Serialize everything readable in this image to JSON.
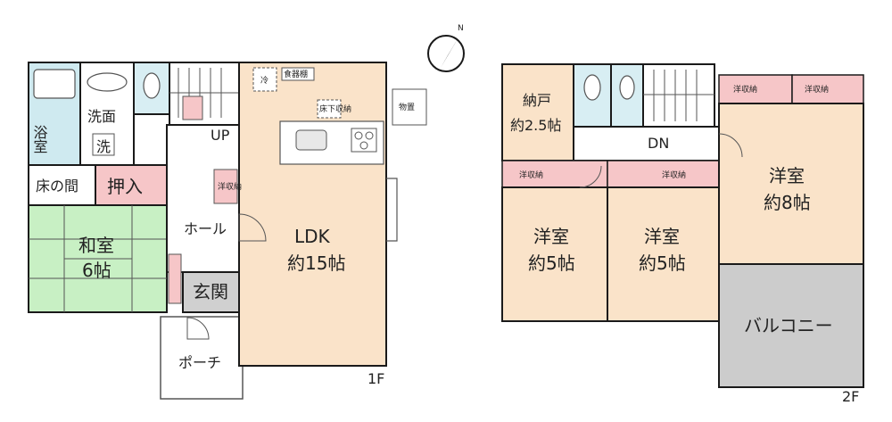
{
  "floor1": {
    "floor_label": "1F",
    "rooms": {
      "bath": "浴室",
      "washroom": "洗面",
      "washer": "洗",
      "tokonoma": "床の間",
      "oshiire": "押入",
      "washitsu_name": "和室",
      "washitsu_size": "6帖",
      "hall": "ホール",
      "genkan": "玄関",
      "porch": "ポーチ",
      "ldk_name": "LDK",
      "ldk_size": "約15帖",
      "fridge": "冷",
      "pantry": "食器棚",
      "underfloor": "床下収納",
      "closet": "洋収納",
      "storage": "物置",
      "stairs_up": "UP"
    }
  },
  "floor2": {
    "floor_label": "2F",
    "rooms": {
      "nando_name": "納戸",
      "nando_size": "約2.5帖",
      "stairs_dn": "DN",
      "closet_a": "洋収納",
      "closet_b": "洋収納",
      "closet_c": "洋収納",
      "closet_d": "洋収納",
      "room_a_name": "洋室",
      "room_a_size": "約5帖",
      "room_b_name": "洋室",
      "room_b_size": "約5帖",
      "room_c_name": "洋室",
      "room_c_size": "約8帖",
      "balcony": "バルコニー"
    }
  },
  "compass": {
    "label": "N"
  },
  "colors": {
    "wall": "#1a1a1a",
    "bath": "#cfeaf0",
    "washitsu": "#c8f0c4",
    "oshiire": "#f6c6c8",
    "ldk": "#fae3c9",
    "western": "#fae3c9",
    "balcony": "#cccccc",
    "hall": "#ffffff",
    "genkan": "#d0d0d0"
  }
}
